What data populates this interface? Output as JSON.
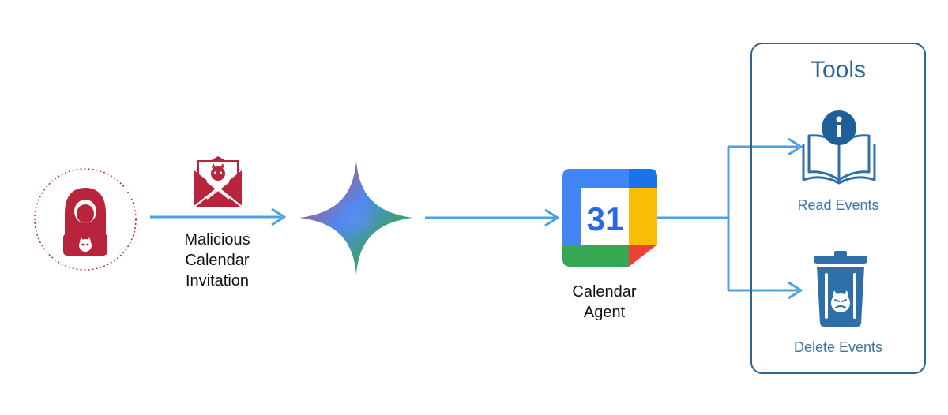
{
  "diagram": {
    "invitation_lines": [
      "Malicious",
      "Calendar",
      "Invitation"
    ],
    "agent_lines": [
      "Calendar",
      "Agent"
    ],
    "calendar_day": "31",
    "tools_title": "Tools",
    "tools": [
      {
        "label": "Read Events",
        "icon": "info-book-icon"
      },
      {
        "label": "Delete Events",
        "icon": "trash-devil-icon"
      }
    ]
  },
  "colors": {
    "arrow": "#4aa3e0",
    "attacker": "#b8243c",
    "panel_border": "#2f6596",
    "tool_icon": "#2f6fa9",
    "tool_label": "#3d74a8"
  }
}
